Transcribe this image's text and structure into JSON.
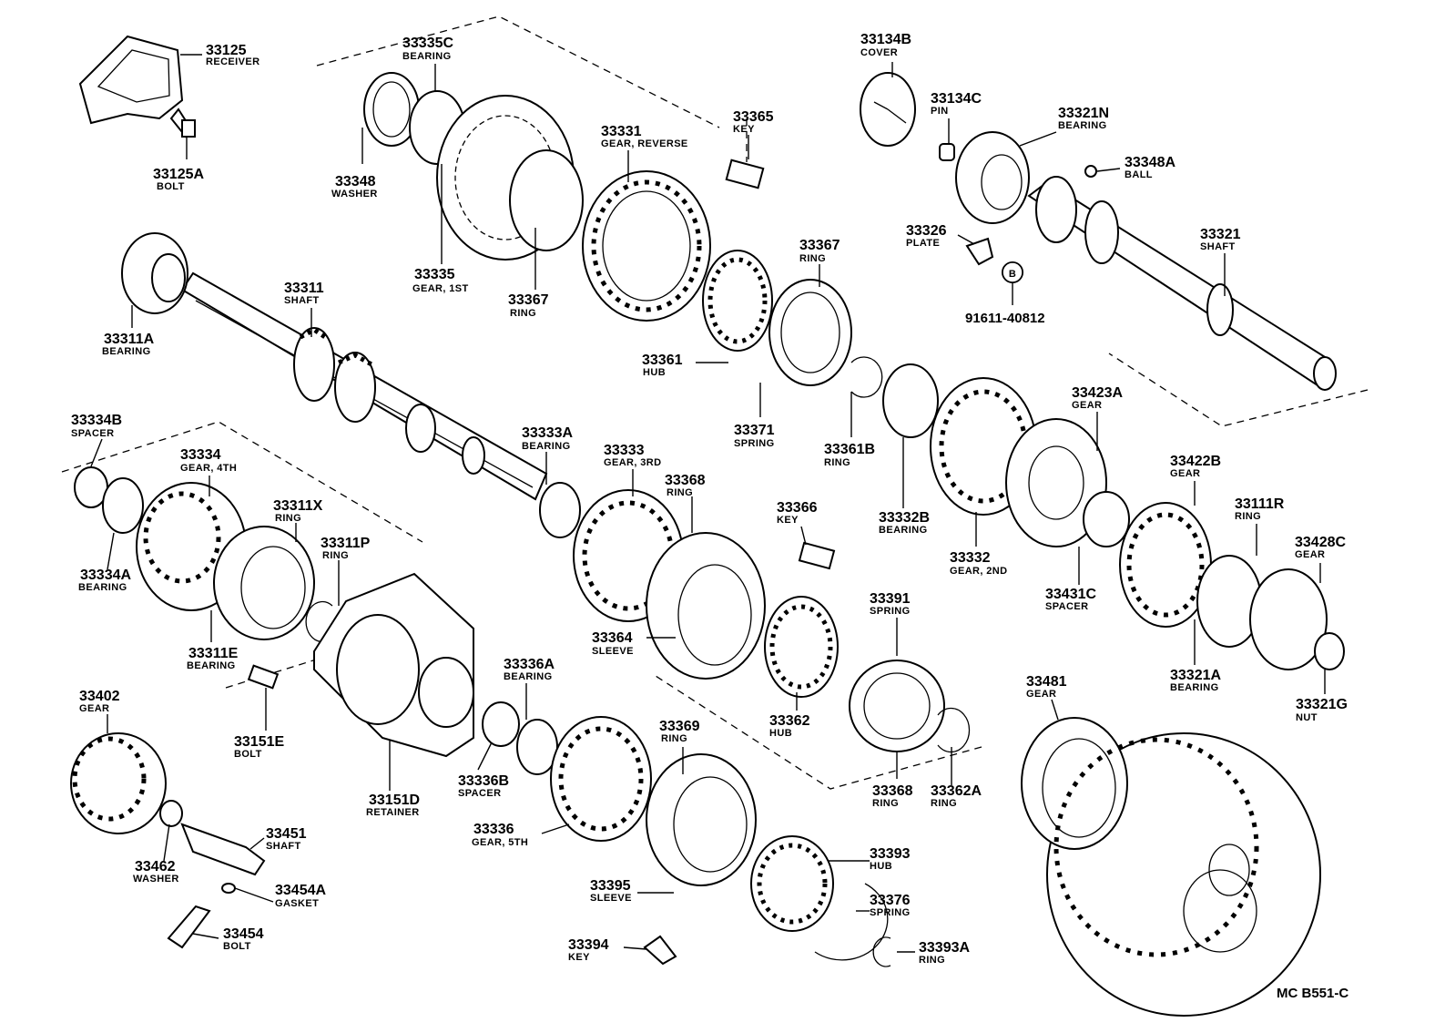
{
  "drawing_code": "MC  B551-C",
  "parts": [
    {
      "number": "33125",
      "name": "RECEIVER"
    },
    {
      "number": "33125A",
      "name": "BOLT"
    },
    {
      "number": "33335C",
      "name": "BEARING"
    },
    {
      "number": "33348",
      "name": "WASHER"
    },
    {
      "number": "33335",
      "name": "GEAR, 1ST"
    },
    {
      "number": "33331",
      "name": "GEAR, REVERSE"
    },
    {
      "number": "33367",
      "name": "RING"
    },
    {
      "number": "33365",
      "name": "KEY"
    },
    {
      "number": "33367",
      "name": "RING"
    },
    {
      "number": "33361",
      "name": "HUB"
    },
    {
      "number": "33371",
      "name": "SPRING"
    },
    {
      "number": "33361B",
      "name": "RING"
    },
    {
      "number": "33134B",
      "name": "COVER"
    },
    {
      "number": "33134C",
      "name": "PIN"
    },
    {
      "number": "33321N",
      "name": "BEARING"
    },
    {
      "number": "33348A",
      "name": "BALL"
    },
    {
      "number": "33326",
      "name": "PLATE"
    },
    {
      "number": "33321",
      "name": "SHAFT"
    },
    {
      "number": "91611-40812",
      "name": ""
    },
    {
      "number": "33311",
      "name": "SHAFT"
    },
    {
      "number": "33311A",
      "name": "BEARING"
    },
    {
      "number": "33334B",
      "name": "SPACER"
    },
    {
      "number": "33334",
      "name": "GEAR, 4TH"
    },
    {
      "number": "33334A",
      "name": "BEARING"
    },
    {
      "number": "33311X",
      "name": "RING"
    },
    {
      "number": "33311P",
      "name": "RING"
    },
    {
      "number": "33311E",
      "name": "BEARING"
    },
    {
      "number": "33333A",
      "name": "BEARING"
    },
    {
      "number": "33333",
      "name": "GEAR, 3RD"
    },
    {
      "number": "33368",
      "name": "RING"
    },
    {
      "number": "33366",
      "name": "KEY"
    },
    {
      "number": "33364",
      "name": "SLEEVE"
    },
    {
      "number": "33391",
      "name": "SPRING"
    },
    {
      "number": "33362",
      "name": "HUB"
    },
    {
      "number": "33368",
      "name": "RING"
    },
    {
      "number": "33362A",
      "name": "RING"
    },
    {
      "number": "33332B",
      "name": "BEARING"
    },
    {
      "number": "33332",
      "name": "GEAR, 2ND"
    },
    {
      "number": "33423A",
      "name": "GEAR"
    },
    {
      "number": "33431C",
      "name": "SPACER"
    },
    {
      "number": "33422B",
      "name": "GEAR"
    },
    {
      "number": "33111R",
      "name": "RING"
    },
    {
      "number": "33428C",
      "name": "GEAR"
    },
    {
      "number": "33321A",
      "name": "BEARING"
    },
    {
      "number": "33321G",
      "name": "NUT"
    },
    {
      "number": "33481",
      "name": "GEAR"
    },
    {
      "number": "33402",
      "name": "GEAR"
    },
    {
      "number": "33151E",
      "name": "BOLT"
    },
    {
      "number": "33151D",
      "name": "RETAINER"
    },
    {
      "number": "33336A",
      "name": "BEARING"
    },
    {
      "number": "33336B",
      "name": "SPACER"
    },
    {
      "number": "33336",
      "name": "GEAR, 5TH"
    },
    {
      "number": "33369",
      "name": "RING"
    },
    {
      "number": "33395",
      "name": "SLEEVE"
    },
    {
      "number": "33393",
      "name": "HUB"
    },
    {
      "number": "33376",
      "name": "SPRING"
    },
    {
      "number": "33394",
      "name": "KEY"
    },
    {
      "number": "33393A",
      "name": "RING"
    },
    {
      "number": "33462",
      "name": "WASHER"
    },
    {
      "number": "33451",
      "name": "SHAFT"
    },
    {
      "number": "33454A",
      "name": "GASKET"
    },
    {
      "number": "33454",
      "name": "BOLT"
    }
  ],
  "markers": [
    {
      "letter": "B"
    }
  ]
}
